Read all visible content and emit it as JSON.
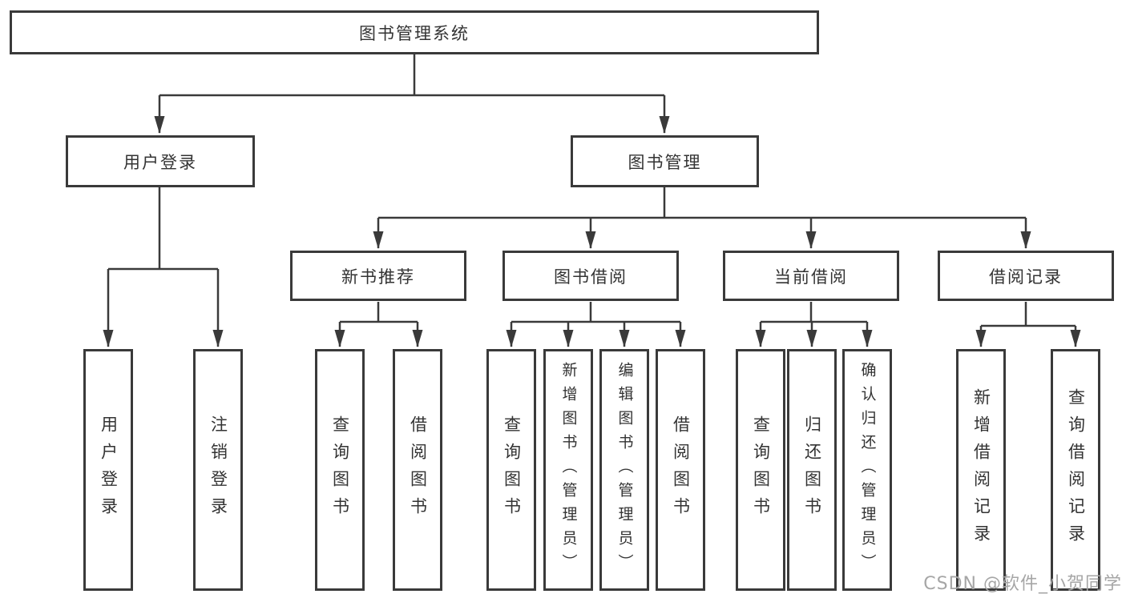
{
  "nodes": {
    "root": "图书管理系统",
    "user_login": "用户登录",
    "book_management": "图书管理",
    "new_book_recommend": "新书推荐",
    "book_borrowing": "图书借阅",
    "current_borrowing": "当前借阅",
    "borrowing_records": "借阅记录",
    "leaf_user_login": "用户登录",
    "leaf_logout": "注销登录",
    "leaf_query_book_recommend": "查询图书",
    "leaf_borrow_book_recommend": "借阅图书",
    "leaf_query_book_borrowing": "查询图书",
    "leaf_add_book_admin": "新增图书（管理员）",
    "leaf_edit_book_admin": "编辑图书（管理员）",
    "leaf_borrow_book_borrowing": "借阅图书",
    "leaf_query_book_current": "查询图书",
    "leaf_return_book": "归还图书",
    "leaf_confirm_return_admin": "确认归还（管理员）",
    "leaf_new_borrow_record": "新增借阅记录",
    "leaf_query_borrow_record": "查询借阅记录"
  },
  "hierarchy": {
    "图书管理系统": [
      "用户登录",
      "图书管理"
    ],
    "用户登录": [
      "用户登录",
      "注销登录"
    ],
    "图书管理": [
      "新书推荐",
      "图书借阅",
      "当前借阅",
      "借阅记录"
    ],
    "新书推荐": [
      "查询图书",
      "借阅图书"
    ],
    "图书借阅": [
      "查询图书",
      "新增图书（管理员）",
      "编辑图书（管理员）",
      "借阅图书"
    ],
    "当前借阅": [
      "查询图书",
      "归还图书",
      "确认归还（管理员）"
    ],
    "借阅记录": [
      "新增借阅记录",
      "查询借阅记录"
    ]
  },
  "watermark": "CSDN @软件_小贺同学",
  "colors": {
    "line": "#3a3a3a",
    "text": "#333333",
    "watermark": "#a6a6a6",
    "background": "#ffffff"
  }
}
